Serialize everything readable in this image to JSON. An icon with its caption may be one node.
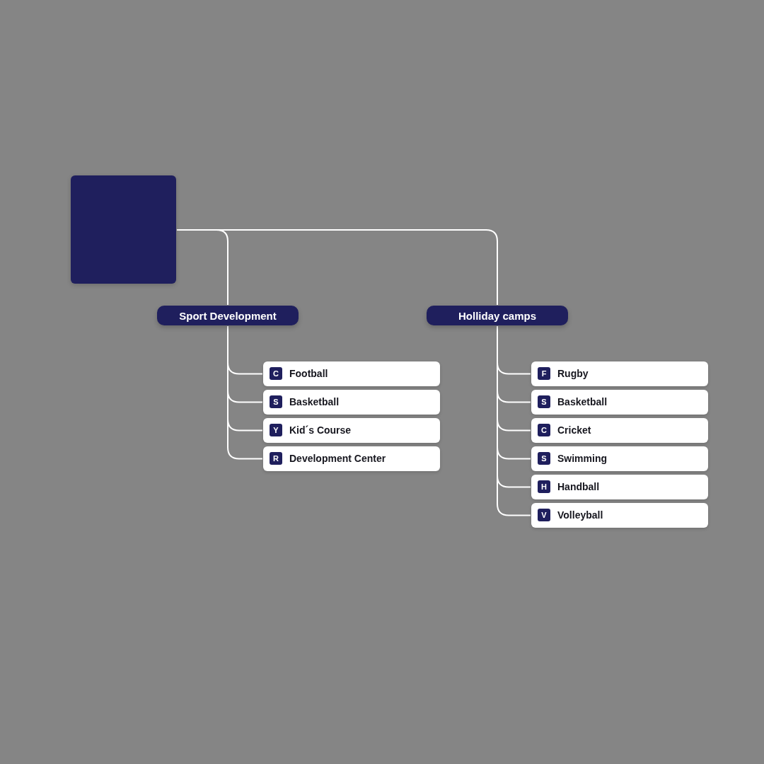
{
  "diagram": {
    "nodes": [
      {
        "text": [],
        "shape": "box"
      },
      {
        "text": [
          "Sport Development"
        ]
      },
      {
        "text": [
          "Holliday camps"
        ]
      },
      {
        "text": [
          "C",
          "Football"
        ]
      },
      {
        "text": [
          "S",
          "Basketball"
        ]
      },
      {
        "text": [
          "Y",
          "Kid´s Course"
        ]
      },
      {
        "text": [
          "R",
          "Development Center"
        ]
      },
      {
        "text": [
          "F",
          "Rugby"
        ]
      },
      {
        "text": [
          "S",
          "Basketball"
        ]
      },
      {
        "text": [
          "C",
          "Cricket"
        ]
      },
      {
        "text": [
          "S",
          "Swimming"
        ]
      },
      {
        "text": [
          "H",
          "Handball"
        ]
      },
      {
        "text": [
          "V",
          "Volleyball"
        ]
      }
    ],
    "edges": [
      {
        "from": 0,
        "to": 1,
        "arrow": "none"
      },
      {
        "from": 0,
        "to": 2,
        "arrow": "none"
      },
      {
        "from": 1,
        "to": 3,
        "arrow": "none"
      },
      {
        "from": 1,
        "to": 4,
        "arrow": "none"
      },
      {
        "from": 1,
        "to": 5,
        "arrow": "none"
      },
      {
        "from": 1,
        "to": 6,
        "arrow": "none"
      },
      {
        "from": 2,
        "to": 7,
        "arrow": "none"
      },
      {
        "from": 2,
        "to": 8,
        "arrow": "none"
      },
      {
        "from": 2,
        "to": 9,
        "arrow": "none"
      },
      {
        "from": 2,
        "to": 10,
        "arrow": "none"
      },
      {
        "from": 2,
        "to": 11,
        "arrow": "none"
      },
      {
        "from": 2,
        "to": 12,
        "arrow": "none"
      }
    ]
  }
}
